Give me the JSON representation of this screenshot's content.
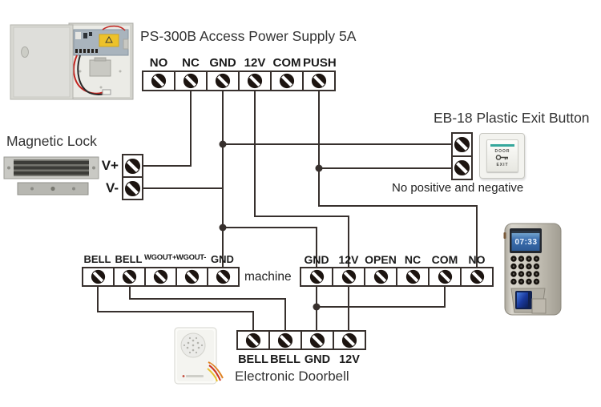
{
  "colors": {
    "wire": "#37302d",
    "exit_teal": "#35a79c",
    "screen_blue": "#3c6fae"
  },
  "power_supply": {
    "title": "PS-300B Access Power Supply 5A",
    "terminals": [
      "NO",
      "NC",
      "GND",
      "12V",
      "COM",
      "PUSH"
    ]
  },
  "maglock": {
    "label": "Magnetic Lock",
    "terminals": [
      "V+",
      "V-"
    ]
  },
  "exit_button": {
    "title": "EB-18 Plastic Exit Button",
    "note": "No positive and negative",
    "face_top": "DOOR",
    "face_bottom": "EXIT"
  },
  "machine": {
    "label": "machine",
    "left_terminals": [
      "BELL",
      "BELL",
      "WGOUT+",
      "WGOUT-",
      "GND"
    ],
    "right_terminals": [
      "GND",
      "12V",
      "OPEN",
      "NC",
      "COM",
      "NO"
    ]
  },
  "doorbell": {
    "label": "Electronic Doorbell",
    "terminals": [
      "BELL",
      "BELL",
      "GND",
      "12V"
    ]
  },
  "access_device": {
    "screen_time": "07:33"
  }
}
